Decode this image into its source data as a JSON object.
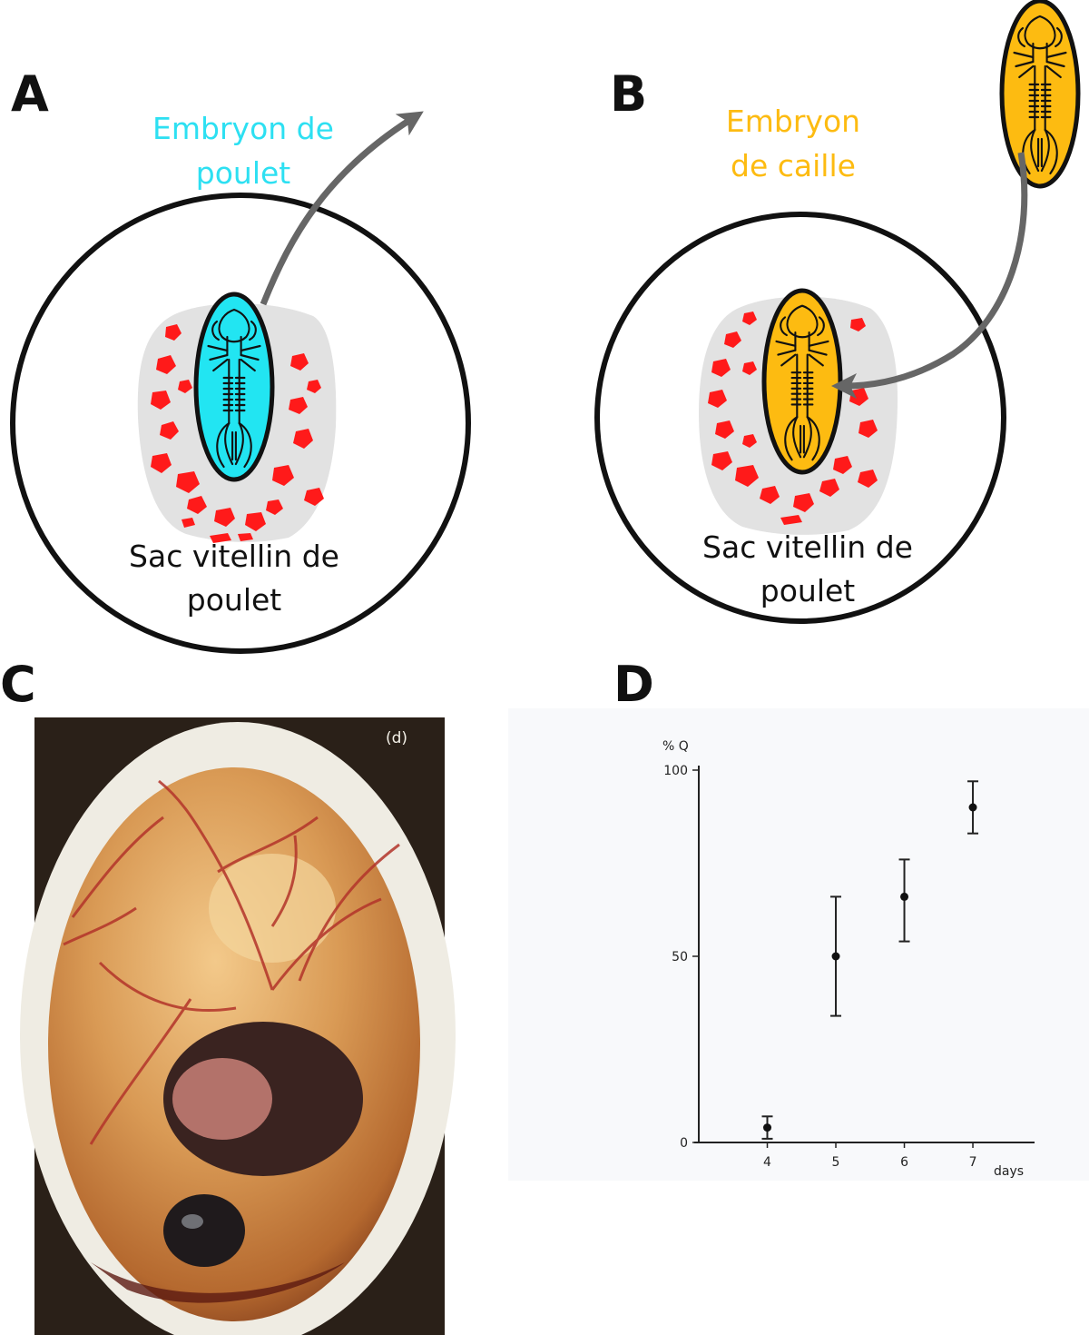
{
  "panels": {
    "a": {
      "letter": "A",
      "embryo_label_line1": "Embryon de",
      "embryo_label_line2": "poulet",
      "embryo_color": "#22e5f2",
      "yolk_label_line1": "Sac vitellin de",
      "yolk_label_line2": "poulet"
    },
    "b": {
      "letter": "B",
      "embryo_label_line1": "Embryon",
      "embryo_label_line2": "de caille",
      "embryo_color": "#fdbb11",
      "yolk_label_line1": "Sac vitellin de",
      "yolk_label_line2": "poulet"
    },
    "c": {
      "letter": "C",
      "photo_tag": "(d)"
    },
    "d": {
      "letter": "D"
    }
  },
  "colors": {
    "blood_island": "#ff1a1a",
    "area_pellucida": "#e2e2e2",
    "arrow": "#666666",
    "outline": "#111111"
  },
  "chart_data": {
    "type": "scatter",
    "title": "",
    "xlabel": "days",
    "ylabel": "% Q",
    "x": [
      4,
      5,
      6,
      7
    ],
    "ylim": [
      0,
      100
    ],
    "yticks": [
      0,
      50,
      100
    ],
    "xticks": [
      4,
      5,
      6,
      7
    ],
    "series": [
      {
        "values": [
          4,
          50,
          66,
          90
        ],
        "error_low": [
          1,
          34,
          54,
          83
        ],
        "error_high": [
          7,
          66,
          76,
          97
        ]
      }
    ]
  }
}
